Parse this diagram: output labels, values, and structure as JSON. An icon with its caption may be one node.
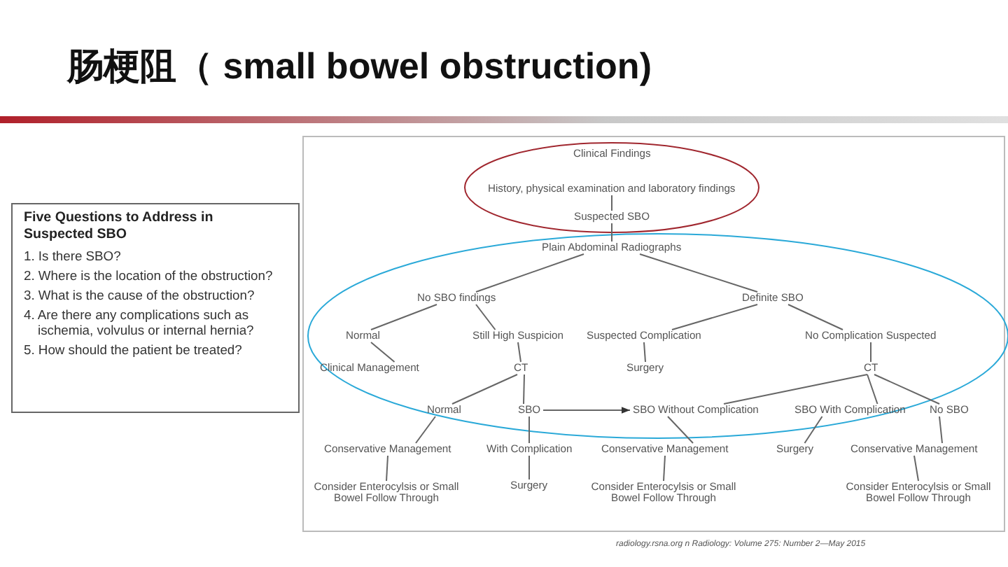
{
  "diagram": {
    "title": "肠梗阻（ small bowel obstruction)",
    "nodes": [
      {
        "text": [
          "Five Questions to Address in Suspected SBO",
          "1. Is there SBO?",
          "2. Where is the location of the obstruction?",
          "3. What is the cause of the obstruction?",
          "4. Are there any complications such as ischemia, volvulus or internal hernia?",
          "5. How should the patient be treated?"
        ]
      },
      {
        "text": [
          "Clinical Findings"
        ]
      },
      {
        "text": [
          "History, physical examination and laboratory findings"
        ]
      },
      {
        "text": [
          "Suspected SBO"
        ]
      },
      {
        "text": [
          "Plain Abdominal Radiographs"
        ]
      },
      {
        "text": [
          "No SBO findings"
        ]
      },
      {
        "text": [
          "Definite SBO"
        ]
      },
      {
        "text": [
          "Normal"
        ]
      },
      {
        "text": [
          "Still High Suspicion"
        ]
      },
      {
        "text": [
          "Suspected Complication"
        ]
      },
      {
        "text": [
          "No Complication Suspected"
        ]
      },
      {
        "text": [
          "Clinical Management"
        ]
      },
      {
        "text": [
          "CT"
        ]
      },
      {
        "text": [
          "Surgery"
        ]
      },
      {
        "text": [
          "CT"
        ]
      },
      {
        "text": [
          "Normal"
        ]
      },
      {
        "text": [
          "SBO"
        ]
      },
      {
        "text": [
          "SBO Without Complication"
        ]
      },
      {
        "text": [
          "SBO With Complication"
        ]
      },
      {
        "text": [
          "No SBO"
        ]
      },
      {
        "text": [
          "Conservative Management"
        ]
      },
      {
        "text": [
          "With Complication"
        ]
      },
      {
        "text": [
          "Conservative Management"
        ]
      },
      {
        "text": [
          "Surgery"
        ]
      },
      {
        "text": [
          "Conservative Management"
        ]
      },
      {
        "text": [
          "Consider Enterocylsis or Small Bowel Follow Through"
        ]
      },
      {
        "text": [
          "Surgery"
        ]
      },
      {
        "text": [
          "Consider Enterocylsis or Small Bowel Follow Through"
        ]
      },
      {
        "text": [
          "Consider Enterocylsis or Small Bowel Follow Through"
        ]
      }
    ],
    "edges": [
      {
        "from": 2,
        "to": 3,
        "arrow": "none"
      },
      {
        "from": 3,
        "to": 4,
        "arrow": "none"
      },
      {
        "from": 4,
        "to": 5,
        "arrow": "none"
      },
      {
        "from": 4,
        "to": 6,
        "arrow": "none"
      },
      {
        "from": 5,
        "to": 7,
        "arrow": "none"
      },
      {
        "from": 5,
        "to": 8,
        "arrow": "none"
      },
      {
        "from": 6,
        "to": 9,
        "arrow": "none"
      },
      {
        "from": 6,
        "to": 10,
        "arrow": "none"
      },
      {
        "from": 7,
        "to": 11,
        "arrow": "none"
      },
      {
        "from": 8,
        "to": 12,
        "arrow": "none"
      },
      {
        "from": 9,
        "to": 13,
        "arrow": "none"
      },
      {
        "from": 10,
        "to": 14,
        "arrow": "none"
      },
      {
        "from": 12,
        "to": 15,
        "arrow": "none"
      },
      {
        "from": 12,
        "to": 16,
        "arrow": "none"
      },
      {
        "from": 14,
        "to": 17,
        "arrow": "none"
      },
      {
        "from": 14,
        "to": 18,
        "arrow": "none"
      },
      {
        "from": 14,
        "to": 19,
        "arrow": "none"
      },
      {
        "from": 16,
        "to": 17,
        "arrow": "to"
      },
      {
        "from": 15,
        "to": 20,
        "arrow": "none"
      },
      {
        "from": 16,
        "to": 21,
        "arrow": "none"
      },
      {
        "from": 17,
        "to": 22,
        "arrow": "none"
      },
      {
        "from": 18,
        "to": 23,
        "arrow": "none"
      },
      {
        "from": 19,
        "to": 24,
        "arrow": "none"
      },
      {
        "from": 20,
        "to": 25,
        "arrow": "none"
      },
      {
        "from": 21,
        "to": 26,
        "arrow": "none"
      },
      {
        "from": 22,
        "to": 27,
        "arrow": "none"
      },
      {
        "from": 24,
        "to": 28,
        "arrow": "none"
      }
    ],
    "labels": [
      "radiology.rsna.org n Radiology: Volume 275: Number 2—May 2015"
    ]
  }
}
